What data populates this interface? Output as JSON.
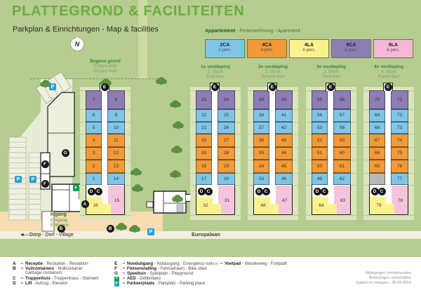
{
  "header": {
    "title": "PLATTEGROND & FACILITEITEN",
    "subtitle": "Parkplan & Einrichtungen  - Map & facilities",
    "compass_letter": "N"
  },
  "apartment_legend": {
    "title_bold": "Appartement",
    "title_rest": " - Ferienwohnung - Apartment",
    "types": [
      {
        "code": "2CA",
        "pers": "2-pers.",
        "color": "#7fc5e8"
      },
      {
        "code": "4CA",
        "pers": "4-pers.",
        "color": "#f19a37"
      },
      {
        "code": "4LA",
        "pers": "4-pers.",
        "color": "#fbf28e"
      },
      {
        "code": "6CA",
        "pers": "6-pers.",
        "color": "#8d7cb5"
      },
      {
        "code": "6LA",
        "pers": "6-pers.",
        "color": "#f6b8d8"
      }
    ]
  },
  "floors": [
    {
      "lines": [
        "Begane grond",
        "Erdgeschoß",
        "Ground floor"
      ]
    },
    {
      "lines": [
        "1e verdieping",
        "1. Stock",
        "First floor"
      ]
    },
    {
      "lines": [
        "2e verdieping",
        "2. Stock",
        "Second floor"
      ]
    },
    {
      "lines": [
        "3e verdieping",
        "3. Stock",
        "Third floor"
      ]
    },
    {
      "lines": [
        "4e verdieping",
        "4. Stock",
        "Fourth floor"
      ]
    }
  ],
  "buildings": [
    {
      "left_units": [
        "7",
        "6",
        "5",
        "4",
        "3",
        "2",
        "1"
      ],
      "right_units": [
        "8",
        "9",
        "10",
        "11",
        "12",
        "13",
        "14"
      ],
      "yellow_unit": "16",
      "pink_unit": "15",
      "gray_last_left": false
    },
    {
      "left_units": [
        "23",
        "22",
        "21",
        "20",
        "19",
        "18",
        "17"
      ],
      "right_units": [
        "24",
        "25",
        "26",
        "27",
        "28",
        "29",
        "30"
      ],
      "yellow_unit": "32",
      "pink_unit": "31",
      "gray_last_left": false
    },
    {
      "left_units": [
        "39",
        "38",
        "37",
        "36",
        "35",
        "34",
        "33"
      ],
      "right_units": [
        "40",
        "41",
        "42",
        "43",
        "44",
        "45",
        "46"
      ],
      "yellow_unit": "48",
      "pink_unit": "47",
      "gray_last_left": false
    },
    {
      "left_units": [
        "55",
        "54",
        "53",
        "52",
        "51",
        "50",
        "49"
      ],
      "right_units": [
        "56",
        "57",
        "58",
        "59",
        "60",
        "61",
        "62"
      ],
      "yellow_unit": "64",
      "pink_unit": "63",
      "gray_last_left": false
    },
    {
      "left_units": [
        "70",
        "69",
        "68",
        "67",
        "66",
        "65",
        ""
      ],
      "right_units": [
        "71",
        "72",
        "73",
        "74",
        "75",
        "76",
        "77"
      ],
      "yellow_unit": "79",
      "pink_unit": "78",
      "gray_last_left": true
    }
  ],
  "map": {
    "street": "Europalaan",
    "village": {
      "arrow": "◄—",
      "bold": "Dorp",
      "rest": " - Dorf - Village"
    },
    "entrance_lines": [
      "Ingang",
      "Eingang",
      "Entrance"
    ],
    "markers": {
      "reception": "A",
      "garbage": "B",
      "stairwell": "C",
      "lift": "D",
      "emergency": "E",
      "bike_shed": "F",
      "playground": "G",
      "parking": "P",
      "aed_plus": "+"
    }
  },
  "facility_legend": {
    "columns": [
      {
        "items": [
          {
            "kind": "letter",
            "key": "A",
            "label": "Receptie",
            "rest": " - Rezeption - Reception"
          },
          {
            "kind": "letter",
            "key": "B",
            "label": "Vuilcontainers",
            "rest": " - Müllcontainer",
            "line2": "Garbage containers"
          },
          {
            "kind": "letter",
            "key": "C",
            "label": "Trappenhuis",
            "rest": " - Treppenhaus - Stairwell"
          },
          {
            "kind": "letter",
            "key": "D",
            "label": "Lift",
            "rest": " - Aufzug - Elevator"
          }
        ]
      },
      {
        "items": [
          {
            "kind": "letter",
            "key": "E",
            "label": "Nooduitgang",
            "rest": " - Notausgang - Emergency exit"
          },
          {
            "kind": "letter",
            "key": "F",
            "label": "Fietsenstalling",
            "rest": " - Fahrradraum - Bike shed"
          },
          {
            "kind": "letter",
            "key": "G",
            "label": "Speeltuin",
            "rest": " - Spielplatz - Playground"
          },
          {
            "kind": "aed",
            "key": "+",
            "label": "AED",
            "rest": " - Defibrillator"
          },
          {
            "kind": "parking",
            "key": "P",
            "label": "Parkeerplaats",
            "rest": " - Parkplatz - Parking place"
          }
        ]
      },
      {
        "items": [
          {
            "kind": "footpath",
            "key": "",
            "label": "Voetpad",
            "rest": " - Wanderweg - Footpath"
          }
        ]
      }
    ],
    "footnote": [
      "Wijzigingen voorbehouden",
      "Änderungen vorbehalten",
      "Subject to changes - 05.04.2023"
    ]
  },
  "colors": {
    "map_green": "#b6cc90",
    "panel": "#dbe5bb",
    "park": "#e7ecd6",
    "unit_purple": "#8d7cb5",
    "unit_blue": "#7fc5e8",
    "unit_orange": "#f19a37",
    "unit_yellow": "#fbf28e",
    "unit_pink": "#f6c3dc",
    "unit_gray": "#b8b8b6",
    "road": "#f1eedd",
    "path_tan": "#f7dcb4",
    "badge_black": "#171717",
    "parking_blue": "#2b9cd8",
    "aed_green": "#00a44f",
    "title_green": "#68af3b"
  }
}
